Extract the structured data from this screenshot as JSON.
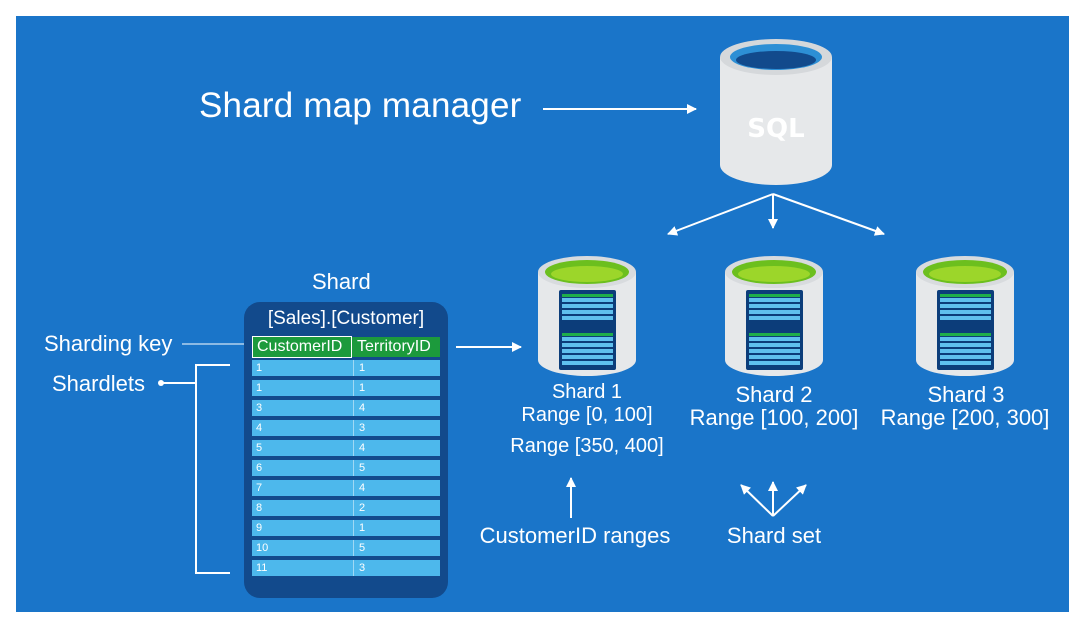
{
  "diagram": {
    "title": "Shard map manager",
    "sql_label": "SQL",
    "shard_heading": "Shard",
    "sharding_key_label": "Sharding key",
    "shardlets_label": "Shardlets",
    "table": {
      "name": "[Sales].[Customer]",
      "columns": [
        "CustomerID",
        "TerritoryID"
      ],
      "rows": [
        [
          "1",
          "1"
        ],
        [
          "1",
          "1"
        ],
        [
          "3",
          "4"
        ],
        [
          "4",
          "3"
        ],
        [
          "5",
          "4"
        ],
        [
          "6",
          "5"
        ],
        [
          "7",
          "4"
        ],
        [
          "8",
          "2"
        ],
        [
          "9",
          "1"
        ],
        [
          "10",
          "5"
        ],
        [
          "11",
          "3"
        ]
      ]
    },
    "shards": [
      {
        "name": "Shard 1",
        "range": "Range [0, 100]",
        "range_extra": "Range [350, 400]"
      },
      {
        "name": "Shard 2",
        "range": "Range [100, 200]"
      },
      {
        "name": "Shard 3",
        "range": "Range [200, 300]"
      }
    ],
    "customer_ranges_label": "CustomerID ranges",
    "shard_set_label": "Shard set"
  },
  "colors": {
    "background": "#1a75c9",
    "table_card": "#124a8c",
    "table_header": "#1c9a3c",
    "table_row": "#4db8ec",
    "shard_liquid": "#9cd62a",
    "sql_top": "#2d8fd5",
    "cylinder": "#e6e8ea"
  }
}
